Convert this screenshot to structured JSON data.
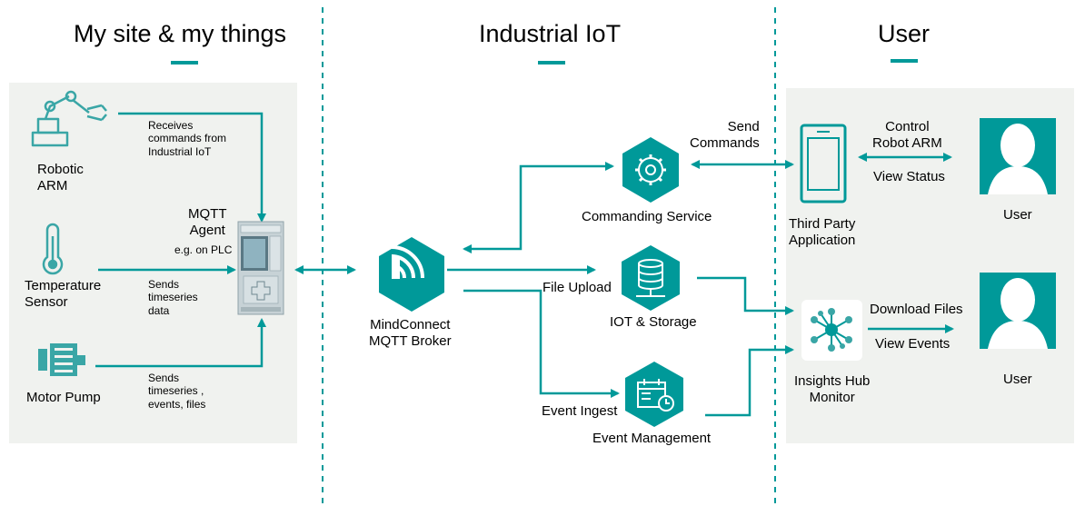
{
  "colors": {
    "teal": "#009999",
    "panel_bg": "#f0f2ef",
    "icon_teal": "#3aa6a6",
    "device_grey": "#b9c4c9"
  },
  "sections": {
    "left_title": "My site & my things",
    "middle_title": "Industrial IoT",
    "right_title": "User"
  },
  "devices": {
    "robotic_arm": "Robotic\nARM",
    "temperature_sensor": "Temperature\nSensor",
    "motor_pump": "Motor Pump"
  },
  "agent": {
    "title": "MQTT\nAgent",
    "subtitle": "e.g. on PLC"
  },
  "annotations": {
    "receives_commands": "Receives\ncommands from\nIndustrial IoT",
    "sends_timeseries": "Sends\ntimeseries\ndata",
    "sends_events": "Sends\ntimeseries ,\nevents, files"
  },
  "broker": {
    "label": "MindConnect\nMQTT Broker"
  },
  "services": {
    "commanding": "Commanding Service",
    "storage": "IOT & Storage",
    "events": "Event Management"
  },
  "flows": {
    "send_commands": "Send\nCommands",
    "file_upload": "File Upload",
    "event_ingest": "Event Ingest"
  },
  "user_side": {
    "third_party": "Third Party\nApplication",
    "control": "Control\nRobot ARM",
    "view_status": "View Status",
    "user1": "User",
    "insights": "Insights Hub\nMonitor",
    "download": "Download Files",
    "view_events": "View Events",
    "user2": "User"
  },
  "icons": {
    "robot": "robot-arm-icon",
    "thermo": "thermometer-icon",
    "motor": "motor-icon",
    "plc": "plc-device-icon",
    "broker": "mqtt-broker-icon",
    "gear": "gear-hexagon-icon",
    "db": "database-hexagon-icon",
    "event": "event-calendar-hexagon-icon",
    "phone": "smartphone-icon",
    "insights": "insights-network-icon",
    "user": "user-avatar-icon"
  }
}
